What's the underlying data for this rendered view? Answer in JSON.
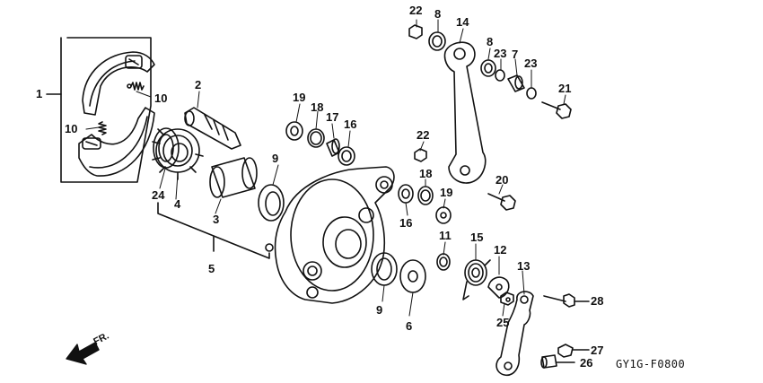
{
  "figure_code": "GY1G-F0800",
  "direction_label": "FR.",
  "callouts": {
    "c1": "1",
    "c2": "2",
    "c3": "3",
    "c4": "4",
    "c5": "5",
    "c6": "6",
    "c7": "7",
    "c8a": "8",
    "c8b": "8",
    "c9a": "9",
    "c9b": "9",
    "c10a": "10",
    "c10b": "10",
    "c11": "11",
    "c12": "12",
    "c13": "13",
    "c14": "14",
    "c15": "15",
    "c16a": "16",
    "c16b": "16",
    "c17": "17",
    "c18a": "18",
    "c18b": "18",
    "c19a": "19",
    "c19b": "19",
    "c20": "20",
    "c21": "21",
    "c22a": "22",
    "c22b": "22",
    "c23a": "23",
    "c23b": "23",
    "c24": "24",
    "c25": "25",
    "c26": "26",
    "c27": "27",
    "c28": "28"
  }
}
